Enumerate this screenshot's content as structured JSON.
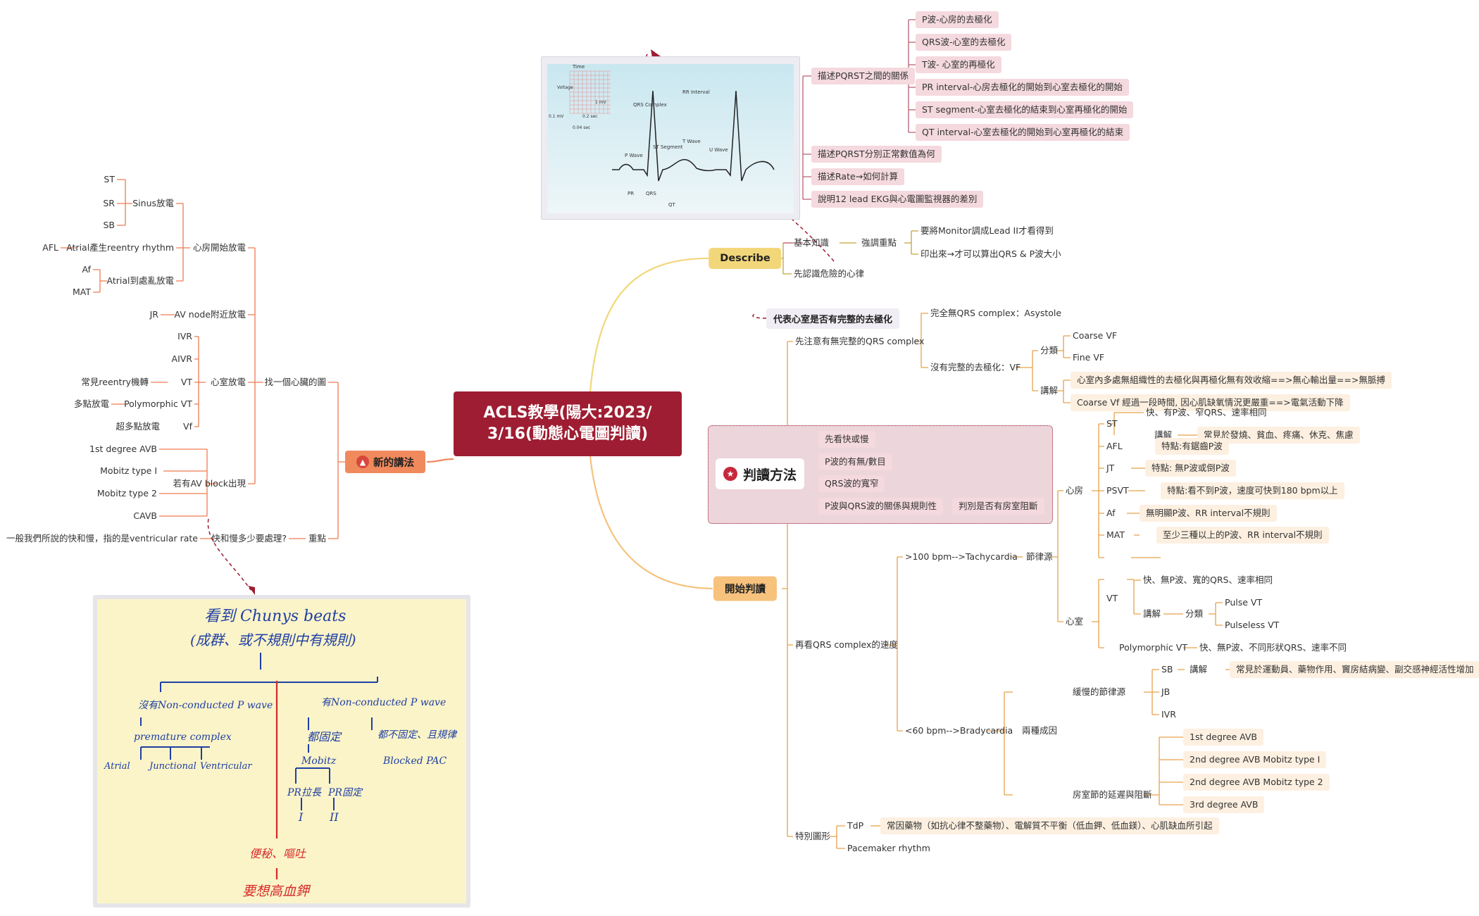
{
  "root": {
    "title_line1": "ACLS教學(陽大:2023/",
    "title_line2": "3/16(動態心電圖判讀)"
  },
  "describe": {
    "label": "Describe",
    "relation": {
      "label": "描述PQRST之間的關係",
      "items": [
        "P波-心房的去極化",
        "QRS波-心室的去極化",
        "T波- 心室的再極化",
        "PR interval-心房去極化的開始到心室去極化的開始",
        "ST segment-心室去極化的結束到心室再極化的開始",
        "QT interval-心室去極化的開始到心室再極化的結束"
      ]
    },
    "normal_values": "描述PQRST分別正常數值為何",
    "rate": "描述Rate→如何計算",
    "lead_diff": "說明12 lead EKG與心電圖監視器的差別",
    "basic": {
      "label": "基本知識",
      "emphasis": "強調重點",
      "items": [
        "要將Monitor調成Lead II才看得到",
        "印出來→才可以算出QRS & P波大小"
      ]
    },
    "danger": "先認識危險的心律"
  },
  "ekg_figure": {
    "time": "Time",
    "voltage": "Voltage",
    "rr": "RR Interval",
    "qrs_complex": "QRS Complex",
    "t_wave": "T Wave",
    "u_wave": "U Wave",
    "p_wave": "P Wave",
    "st": "ST Segment",
    "pr": "PR",
    "qrs": "QRS",
    "qt": "QT",
    "mv01": "0.1 mV",
    "mv1": "1 mV",
    "sec02": "0.2 sec",
    "sec004": "0.04 sec"
  },
  "start": {
    "label": "開始判讀",
    "callout": "代表心室是否有完整的去極化",
    "qrs_check": {
      "label": "先注意有無完整的QRS complex",
      "asystole": "完全無QRS complex：Asystole",
      "vf": {
        "label": "沒有完整的去極化：VF",
        "classify": "分類",
        "coarse": "Coarse VF",
        "fine": "Fine VF",
        "explain": "講解",
        "explain_items": [
          "心室內多處無組織性的去極化與再極化無有效收縮==>無心輸出量==>無脈搏",
          "Coarse Vf 經過一段時間, 因心肌缺氧情況更嚴重==>電氣活動下降"
        ]
      }
    },
    "speed": {
      "label": "再看QRS complex的速度",
      "tachy": {
        "label": ">100 bpm-->Tachycardia",
        "rhythm_source": "節律源",
        "atrium": {
          "label": "心房",
          "st": "ST",
          "st_fast": "快、有P波、窄QRS、速率相同",
          "st_explain": "講解",
          "st_causes": "常見於發燒、貧血、疼痛、休克、焦慮",
          "afl": "AFL",
          "afl_feat": "特點:有鋸齒P波",
          "jt": "JT",
          "jt_feat": "特點: 無P波或倒P波",
          "psvt": "PSVT",
          "psvt_feat": "特點:看不到P波，速度可快到180 bpm以上",
          "af": "Af",
          "af_feat": "無明顯P波、RR interval不規則",
          "mat": "MAT",
          "mat_feat": "至少三種以上的P波、RR interval不規則"
        },
        "ventricle": {
          "label": "心室",
          "vt": "VT",
          "vt_desc": "快、無P波、寬的QRS、速率相同",
          "vt_explain": "講解",
          "vt_classify": "分類",
          "pulse": "Pulse VT",
          "pulseless": "Pulseless VT",
          "poly": "Polymorphic VT",
          "poly_desc": "快、無P波、不同形狀QRS、速率不同"
        }
      },
      "brady": {
        "label": "<60 bpm-->Bradycardia",
        "two_causes": "兩種成因",
        "slow": "緩慢的節律源",
        "sb": "SB",
        "sb_explain": "講解",
        "sb_desc": "常見於運動員、藥物作用、竇房結病變、副交感神經活性增加",
        "jb": "JB",
        "ivr": "IVR",
        "block": "房室節的延遲與阻斷",
        "blocks": [
          "1st degree AVB",
          "2nd degree AVB Mobitz type I",
          "2nd degree AVB Mobitz type 2",
          "3rd degree AVB"
        ]
      }
    },
    "special": {
      "label": "特別圖形",
      "tdp": "TdP",
      "tdp_desc": "常因藥物（如抗心律不整藥物）、電解質不平衡（低血鉀、低血鎂）、心肌缺血所引起",
      "pacemaker": "Pacemaker rhythm"
    }
  },
  "method": {
    "label": "判讀方法",
    "items": [
      "先看快或慢",
      "P波的有無/數目",
      "QRS波的寬窄",
      "P波與QRS波的關係與規則性"
    ],
    "block_check": "判別是否有房室阻斷"
  },
  "newmethod": {
    "label": "新的講法",
    "find": "找一個心臟的圖",
    "atrial": "心房開始放電",
    "sinus": "Sinus放電",
    "st": "ST",
    "sr": "SR",
    "sb": "SB",
    "reentry": "Atrial產生reentry rhythm",
    "afl": "AFL",
    "atrial_chaos": "Atrial到處亂放電",
    "af": "Af",
    "mat": "MAT",
    "avnode": "AV node附近放電",
    "jr": "JR",
    "vent": "心室放電",
    "ivr": "IVR",
    "aivr": "AIVR",
    "vt": "VT",
    "vt_note": "常見reentry機轉",
    "poly": "Polymorphic VT",
    "poly_note": "多點放電",
    "vf": "Vf",
    "vf_note": "超多點放電",
    "avblock": "若有AV block出現",
    "blocks": [
      "1st degree AVB",
      "Mobitz type I",
      "Mobitz type 2",
      "CAVB"
    ],
    "focus": "重點",
    "speed_q": "快和慢多少要處理?",
    "speed_a": "一般我們所說的快和慢，指的是ventricular rate"
  },
  "handwritten": {
    "title": "看到 Chunys beats",
    "subtitle": "(成群、或不規則中有規則)",
    "no_nc": "沒有Non-conducted P wave",
    "has_nc": "有Non-conducted P wave",
    "premature": "premature complex",
    "atrial": "Atrial",
    "junctional": "Junctional",
    "ventricular": "Ventricular",
    "fixed": "都固定",
    "notfixed": "都不固定、且規律",
    "mobitz": "Mobitz",
    "blocked": "Blocked PAC",
    "pr_grow": "PR拉長",
    "pr_fixed": "PR固定",
    "one": "I",
    "two": "II",
    "red1": "便秘、嘔吐",
    "red2": "要想高血鉀"
  }
}
